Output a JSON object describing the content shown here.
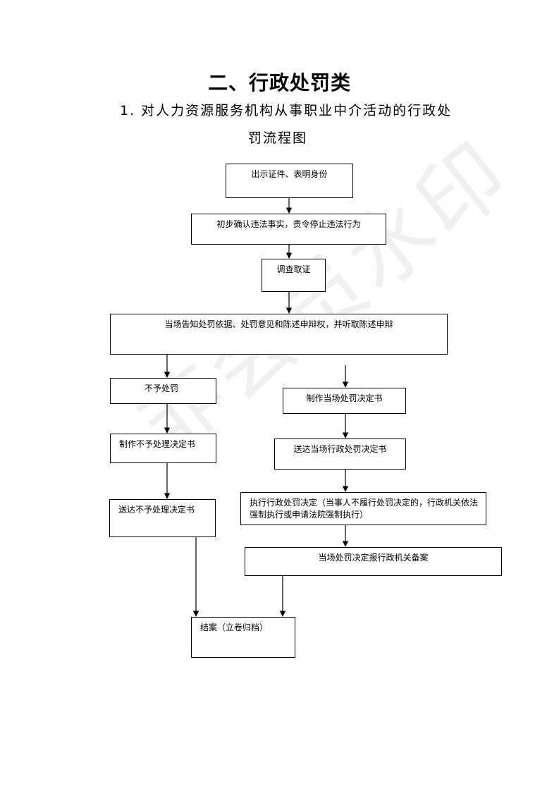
{
  "heading": "二、行政处罚类",
  "subheading_line1": "1. 对人力资源服务机构从事职业中介活动的行政处",
  "subheading_line2": "罚流程图",
  "watermark": "非会员水印",
  "nodes": {
    "show_id": "出示证件、表明身份",
    "confirm": "初步确认违法事实，责令停止违法行为",
    "investigate": "调查取证",
    "notify": "当场告知处罚依据、处罚意见和陈述申辩权，并听取陈述申辩",
    "no_penalty": "不予处罚",
    "make_no_penalty": "制作不予处理决定书",
    "deliver_no_penalty": "送达不予处理决定书",
    "make_penalty": "制作当场处罚决定书",
    "deliver_penalty": "送达当场行政处罚决定书",
    "execute": "执行行政处罚决定（当事人不履行处罚决定的，行政机关依法强制执行或申请法院强制执行）",
    "report": "当场处罚决定报行政机关备案",
    "close": "结案（立卷归档）"
  }
}
